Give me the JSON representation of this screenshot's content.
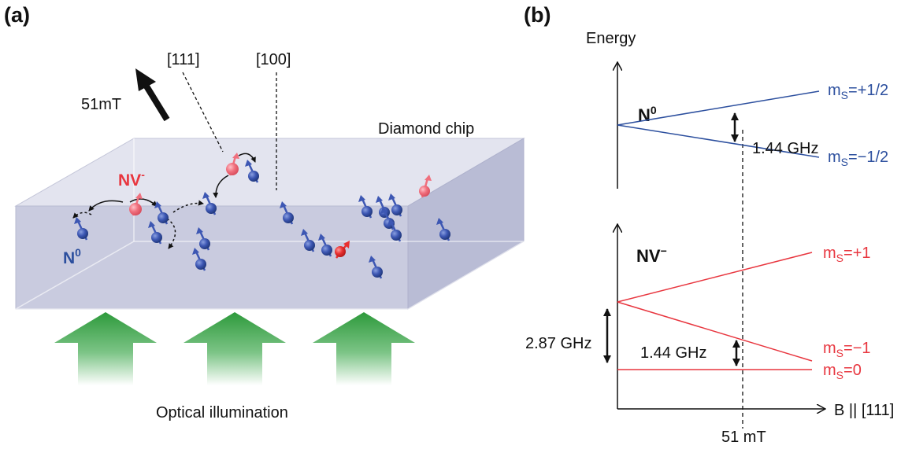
{
  "panel_a": {
    "label": "(a)",
    "field_label": "51mT",
    "dir_111": "[111]",
    "dir_100": "[100]",
    "chip_label": "Diamond chip",
    "nv_label": "NV",
    "nv_sup": "-",
    "n0_label": "N",
    "n0_sup": "0",
    "illumination_label": "Optical illumination"
  },
  "panel_b": {
    "label": "(b)",
    "y_axis_label": "Energy",
    "x_axis_label": "B || [111]",
    "field_tick": "51 mT",
    "top": {
      "species": "N",
      "species_sup": "0",
      "levels": [
        {
          "m": "m",
          "sub": "S",
          "value": "=+1/2"
        },
        {
          "m": "m",
          "sub": "S",
          "value": "=−1/2"
        }
      ],
      "splitting": "1.44 GHz"
    },
    "bottom": {
      "species": "NV",
      "species_sup": "−",
      "levels": [
        {
          "m": "m",
          "sub": "S",
          "value": "=+1"
        },
        {
          "m": "m",
          "sub": "S",
          "value": "=−1"
        },
        {
          "m": "m",
          "sub": "S",
          "value": "=0"
        }
      ],
      "zero_field_splitting": "2.87 GHz",
      "splitting": "1.44 GHz"
    }
  },
  "colors": {
    "n0": "#2c4f9e",
    "nv": "#e8363f",
    "arrow_green": "#2e9a3c",
    "chip": "#c9cbe0"
  }
}
